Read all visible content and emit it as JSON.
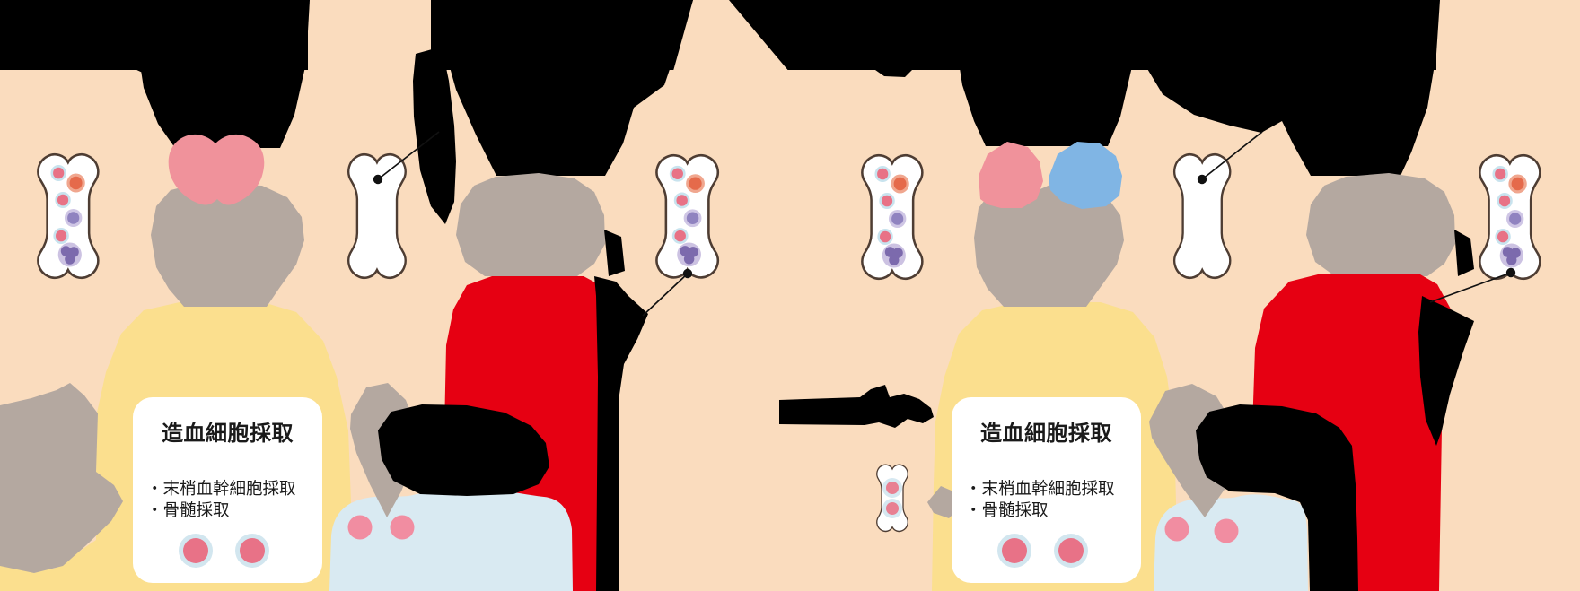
{
  "figure": {
    "description": "hematopoietic-cell-collection-diagram",
    "panels": [
      {
        "id": "left",
        "info_box": {
          "title": "造血細胞採取",
          "items": [
            "・末梢血幹細胞採取",
            "・骨髄採取"
          ]
        }
      },
      {
        "id": "right",
        "info_box": {
          "title": "造血細胞採取",
          "items": [
            "・末梢血幹細胞採取",
            "・骨髄採取"
          ]
        }
      }
    ],
    "colors": {
      "background": "#000000",
      "skin_peach": "#fadcbe",
      "hair_pink": "#f0929b",
      "hair_blue": "#80b5e4",
      "gray_taupe": "#b4a8a0",
      "clothes_yellow": "#fbdf8e",
      "clothes_red": "#e60012",
      "bag_blue": "#d9eaf2",
      "bag_cell_pink": "#f18da1",
      "bone_fill": "#ffffff",
      "bone_outline": "#4e3d33",
      "cell_pink": "#e87286",
      "cell_pink_ring": "#c8e3ee",
      "cell_orange": "#e56a4b",
      "cell_orange_ring": "#f0a78f",
      "cell_purple": "#9083c0",
      "cell_purple_ring": "#cfc6e5",
      "cell_cluster_dot": "#7c6aad",
      "cell_cluster_ring": "#ccc2e2",
      "pointer_line": "#111111"
    }
  }
}
